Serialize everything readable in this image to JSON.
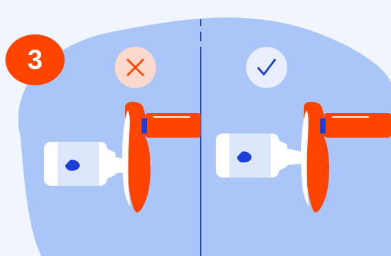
{
  "step": {
    "number": "3"
  },
  "panels": [
    {
      "verdict": "incorrect",
      "icon": "cross-icon",
      "color": "#ff4400"
    },
    {
      "verdict": "correct",
      "icon": "check-icon",
      "color": "#1d3fd6"
    }
  ],
  "colors": {
    "background": "#f1f5fd",
    "blob": "#aac6f8",
    "accent": "#ff4400",
    "divider": "#1d3fd6",
    "bottle": "#ffffff",
    "bottle_label": "#dde7fb",
    "drop": "#1d3fd6"
  }
}
